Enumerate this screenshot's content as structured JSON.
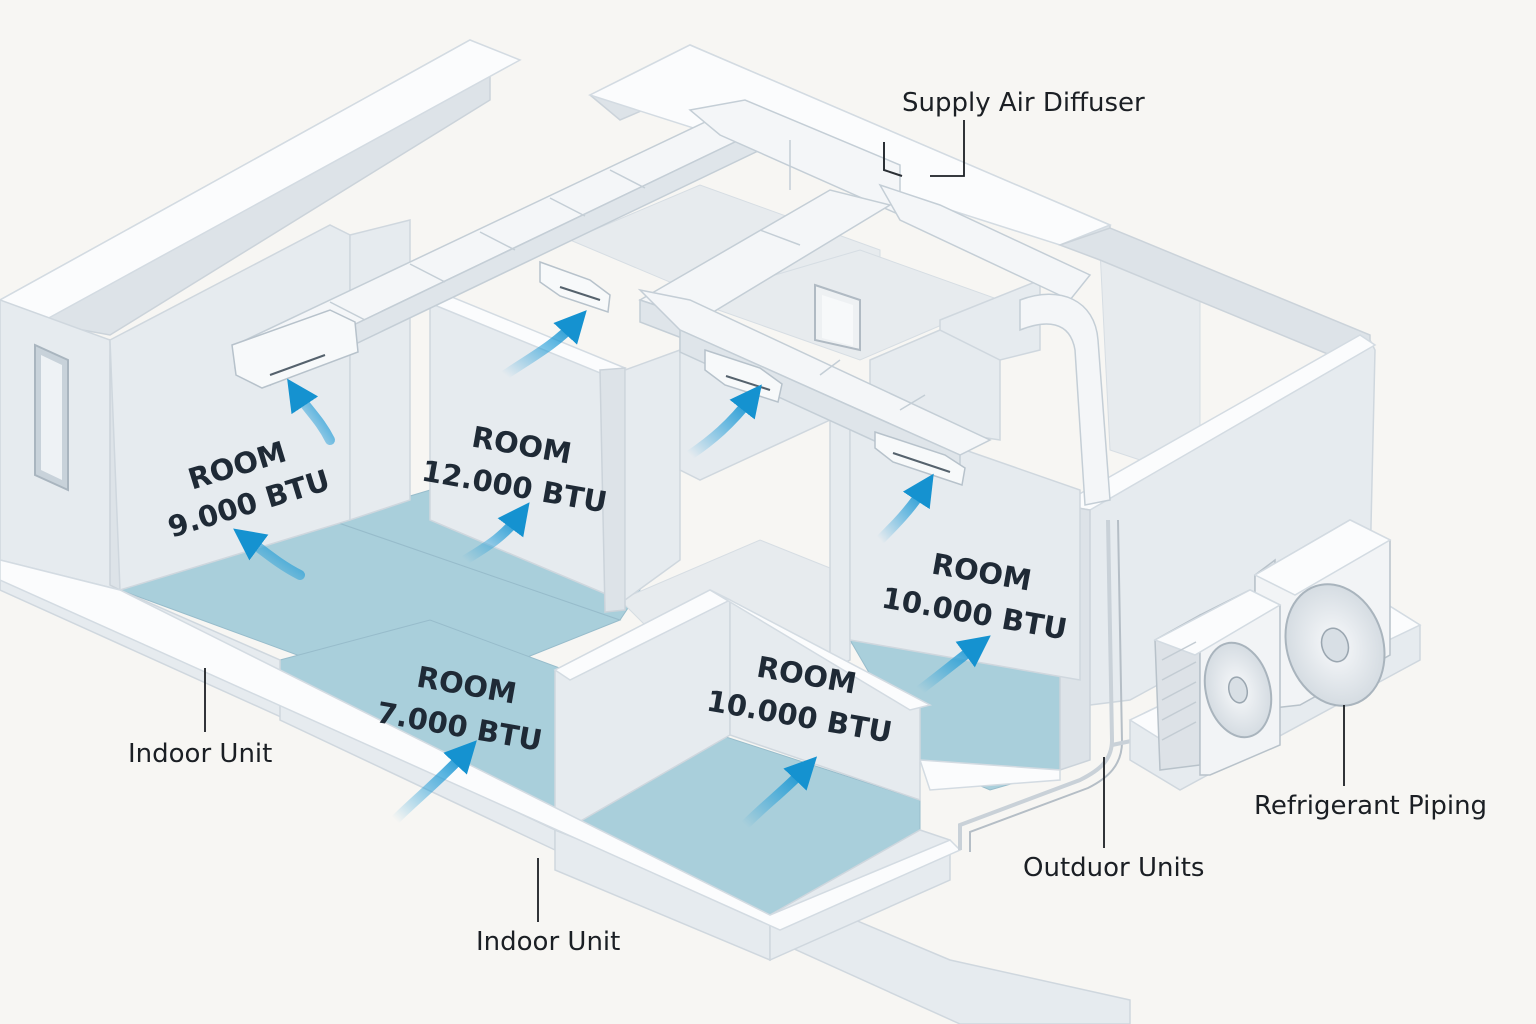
{
  "callouts": {
    "supply_air_diffuser": "Supply Air Diffuser",
    "indoor_unit_left": "Indoor Unit",
    "indoor_unit_bottom": "Indoor Unit",
    "outdoor_units": "Outduor Units",
    "refrigerant_piping": "Refrigerant Piping"
  },
  "rooms": [
    {
      "label": "ROOM",
      "btu": "9.000 BTU"
    },
    {
      "label": "ROOM",
      "btu": "12.000 BTU"
    },
    {
      "label": "ROOM",
      "btu": "10.000 BTU"
    },
    {
      "label": "ROOM",
      "btu": "7.000 BTU"
    },
    {
      "label": "ROOM",
      "btu": "10.000 BTU"
    }
  ],
  "colors": {
    "background": "#f7f6f3",
    "floor_tint": "#a9cfdb",
    "airflow_arrow": "#1e9bd7",
    "walls": "#fbfcfd"
  },
  "icons": [
    "indoor-unit-icon",
    "outdoor-unit-icon",
    "fan-icon",
    "airflow-arrow-icon",
    "window-icon",
    "door-icon"
  ]
}
